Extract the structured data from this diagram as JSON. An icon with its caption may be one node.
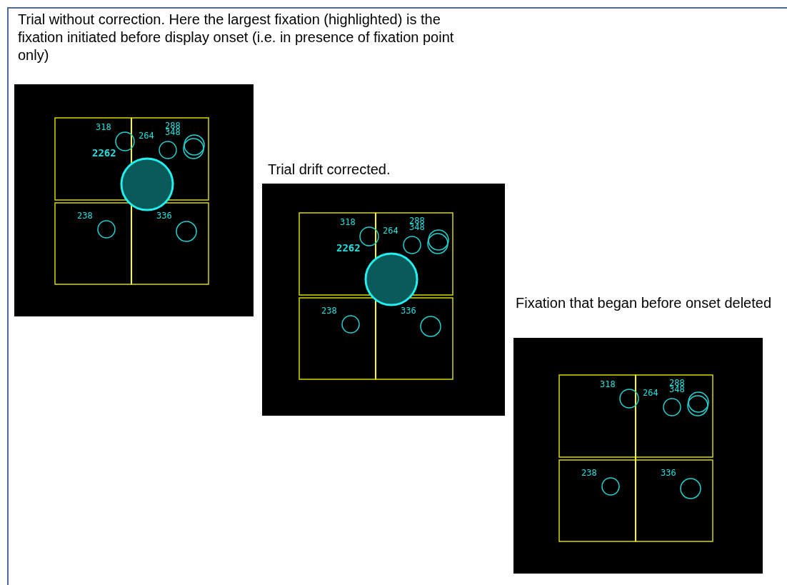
{
  "diagram": {
    "nodes": [
      {
        "text": [
          "Trial without correction.  Here the largest fixation (highlighted) is the fixation initiated before display onset (i.e. in presence of fixation point only)"
        ]
      },
      {
        "text": [
          "Trial drift corrected."
        ]
      },
      {
        "text": [
          "Fixation that began before onset deleted"
        ]
      }
    ],
    "labels": [
      "318",
      "288",
      "348",
      "264",
      "2262",
      "238",
      "336",
      "318",
      "288",
      "348",
      "264",
      "2262",
      "238",
      "336",
      "318",
      "288",
      "348",
      "264",
      "238",
      "336"
    ]
  }
}
